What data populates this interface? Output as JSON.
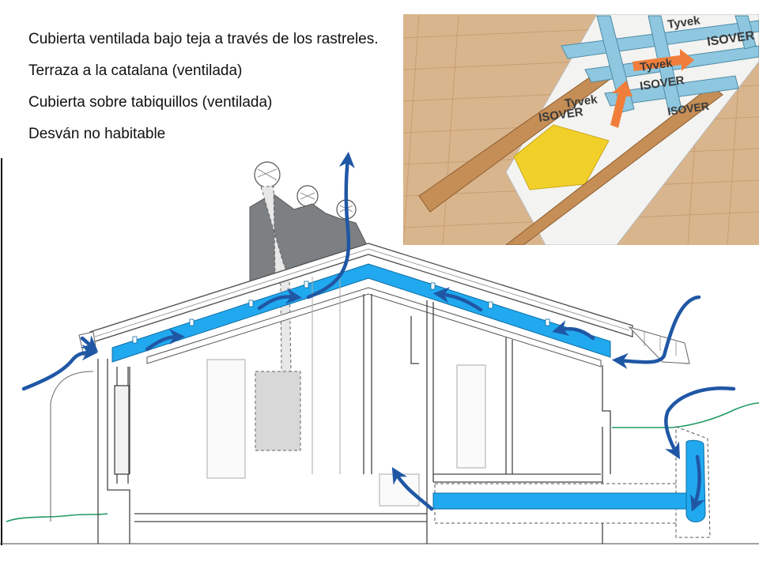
{
  "captions": [
    "Cubierta ventilada bajo teja a través de los rastreles.",
    "Terraza a la catalana (ventilada)",
    "Cubierta sobre tabiquillos (ventilada)",
    "Desván no habitable"
  ],
  "photo_brand_labels": [
    "Tyvek",
    "ISOVER"
  ],
  "colors": {
    "air_channel": "#21a9ef",
    "airflow_arrow": "#1f57a5",
    "ground_line": "#1e9a62",
    "chimney_gray": "#7d8083",
    "roof_tiles": "#d9b58d",
    "insulation": "#f2d02a",
    "battens": "#8ec7df"
  }
}
